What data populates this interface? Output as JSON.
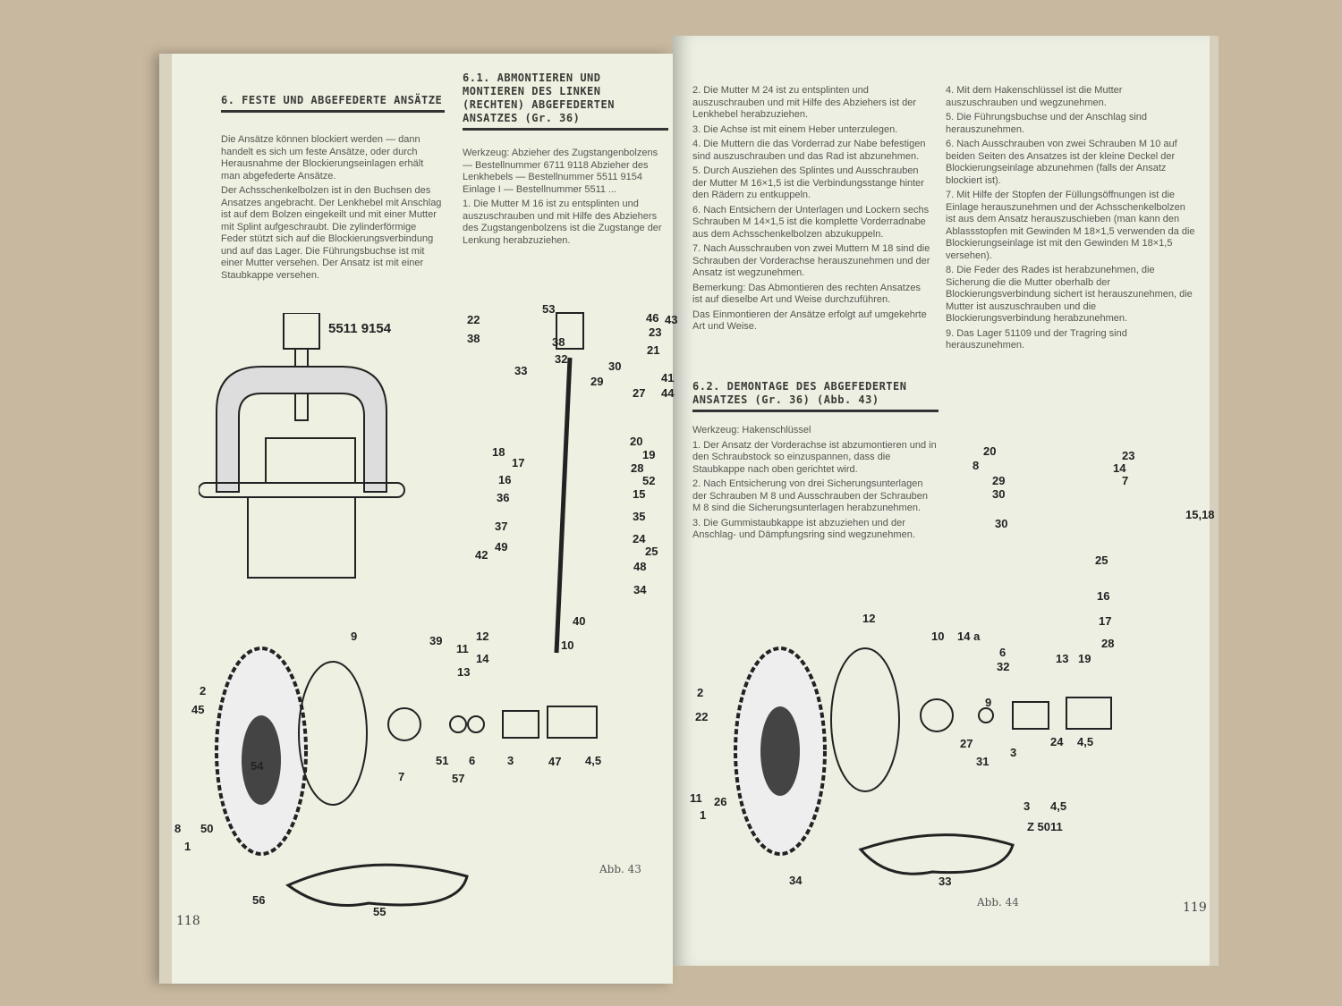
{
  "left_page": {
    "section6": {
      "heading": "6. FESTE UND ABGEFEDERTE ANSÄTZE",
      "paragraphs": [
        "Die Ansätze können blockiert werden — dann handelt es sich um feste Ansätze, oder durch Herausnahme der Blockierungseinlagen erhält man abgefederte Ansätze.",
        "Der Achsschenkelbolzen ist in den Buchsen des Ansatzes angebracht. Der Lenkhebel mit Anschlag ist auf dem Bolzen eingekeilt und mit einer Mutter mit Splint aufgeschraubt. Die zylinderförmige Feder stützt sich auf die Blockierungsverbindung und auf das Lager. Die Führungsbuchse ist mit einer Mutter versehen. Der Ansatz ist mit einer Staubkappe versehen."
      ]
    },
    "section61": {
      "heading": "6.1. ABMONTIEREN UND MONTIEREN DES LINKEN (RECHTEN) ABGEFEDERTEN ANSATZES (Gr. 36)",
      "tools": "Werkzeug: Abzieher des Zugstangenbolzens — Bestellnummer 6711 9118 Abzieher des Lenkhebels — Bestellnummer 5511 9154 Einlage I — Bestellnummer 5511 ...",
      "steps": [
        "1. Die Mutter M 16 ist zu entsplinten und auszuschrauben und mit Hilfe des Abziehers des Zugstangenbolzens ist die Zugstange der Lenkung herabzuziehen."
      ]
    },
    "tool_label": "5511 9154",
    "figure_labels": [
      "53",
      "22",
      "38",
      "46",
      "43",
      "23",
      "38",
      "21",
      "32",
      "33",
      "30",
      "29",
      "27",
      "41",
      "44",
      "20",
      "18",
      "17",
      "19",
      "28",
      "16",
      "52",
      "36",
      "15",
      "37",
      "35",
      "24",
      "49",
      "25",
      "42",
      "48",
      "34",
      "12",
      "40",
      "11",
      "10",
      "14",
      "13",
      "9",
      "39",
      "2",
      "45",
      "54",
      "7",
      "51",
      "57",
      "6",
      "3",
      "47",
      "4,5",
      "8",
      "1",
      "50",
      "56",
      "55"
    ],
    "caption": "Abb. 43",
    "page_number": "118"
  },
  "right_page": {
    "steps_a": [
      "2. Die Mutter M 24 ist zu entsplinten und auszuschrauben und mit Hilfe des Abziehers ist der Lenkhebel herabzuziehen.",
      "3. Die Achse ist mit einem Heber unterzulegen.",
      "4. Die Muttern die das Vorderrad zur Nabe befestigen sind auszuschrauben und das Rad ist abzunehmen.",
      "5. Durch Ausziehen des Splintes und Ausschrauben der Mutter M 16×1,5 ist die Verbindungsstange hinter den Rädern zu entkuppeln.",
      "6. Nach Entsichern der Unterlagen und Lockern sechs Schrauben M 14×1,5 ist die komplette Vorderradnabe aus dem Achsschenkelbolzen abzukuppeln.",
      "7. Nach Ausschrauben von zwei Muttern M 18 sind die Schrauben der Vorderachse herauszunehmen und der Ansatz ist wegzunehmen.",
      "Bemerkung: Das Abmontieren des rechten Ansatzes ist auf dieselbe Art und Weise durchzuführen.",
      "Das Einmontieren der Ansätze erfolgt auf umgekehrte Art und Weise."
    ],
    "steps_b": [
      "4. Mit dem Hakenschlüssel ist die Mutter auszuschrauben und wegzunehmen.",
      "5. Die Führungsbuchse und der Anschlag sind herauszunehmen.",
      "6. Nach Ausschrauben von zwei Schrauben M 10 auf beiden Seiten des Ansatzes ist der kleine Deckel der Blockierungseinlage abzunehmen (falls der Ansatz blockiert ist).",
      "7. Mit Hilfe der Stopfen der Füllungsöffnungen ist die Einlage herauszunehmen und der Achsschenkelbolzen ist aus dem Ansatz herauszuschieben (man kann den Ablassstopfen mit Gewinden M 18×1,5 verwenden da die Blockierungseinlage ist mit den Gewinden M 18×1,5 versehen).",
      "8. Die Feder des Rades ist herabzunehmen, die Sicherung die die Mutter oberhalb der Blockierungsverbindung sichert ist herauszunehmen, die Mutter ist auszuschrauben und die Blockierungsverbindung herabzunehmen.",
      "9. Das Lager 51109 und der Tragring sind herauszunehmen."
    ],
    "section62": {
      "heading": "6.2. DEMONTAGE DES ABGEFEDERTEN ANSATZES (Gr. 36) (Abb. 43)",
      "tools": "Werkzeug: Hakenschlüssel",
      "steps": [
        "1. Der Ansatz der Vorderachse ist abzumontieren und in den Schraubstock so einzuspannen, dass die Staubkappe nach oben gerichtet wird.",
        "2. Nach Entsicherung von drei Sicherungsunterlagen der Schrauben M 8 und Ausschrauben der Schrauben M 8 sind die Sicherungsunterlagen herabzunehmen.",
        "3. Die Gummistaubkappe ist abzuziehen und der Anschlag- und Dämpfungsring sind wegzunehmen."
      ]
    },
    "figure_labels": [
      "20",
      "23",
      "8",
      "14",
      "29",
      "7",
      "30",
      "30",
      "15,18",
      "25",
      "16",
      "17",
      "28",
      "12",
      "10",
      "14 a",
      "6",
      "32",
      "13",
      "19",
      "2",
      "22",
      "9",
      "27",
      "24",
      "4,5",
      "31",
      "3",
      "11",
      "26",
      "1",
      "3",
      "4,5",
      "Z 5011",
      "34",
      "33"
    ],
    "caption": "Abb. 44",
    "page_number": "119"
  }
}
